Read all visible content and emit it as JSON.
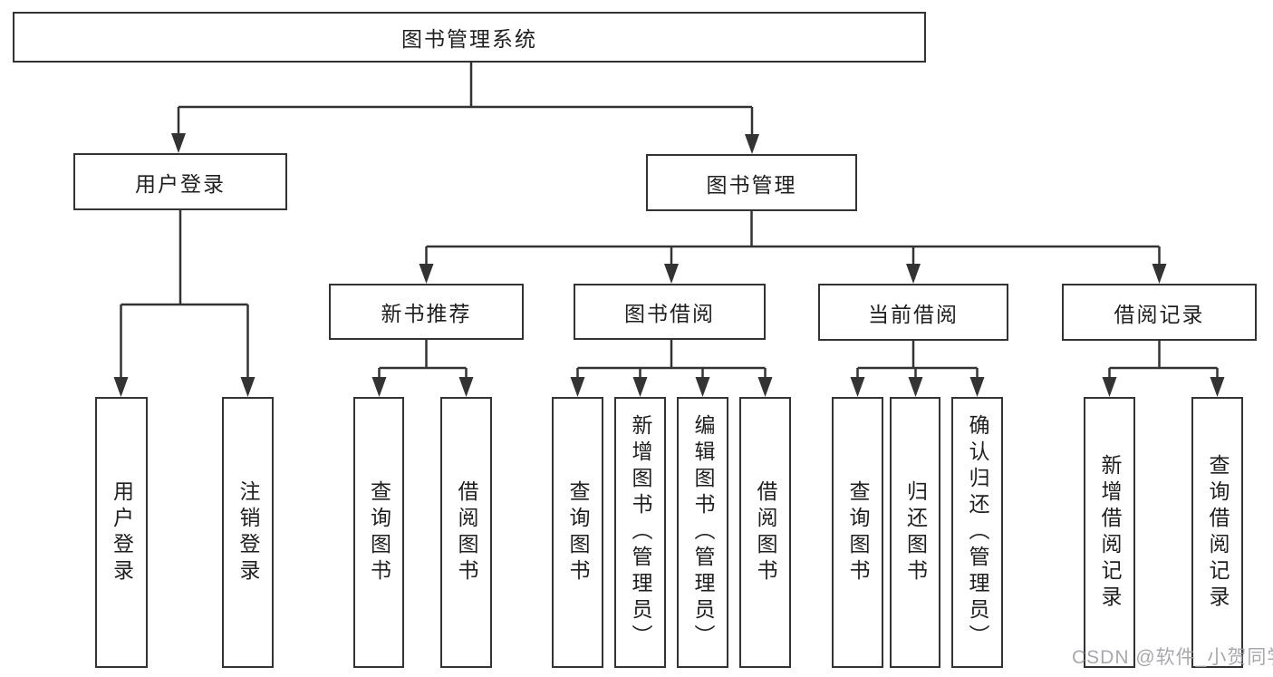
{
  "diagram": {
    "title_note": "functional structure diagram of a library management system",
    "root_label": "图书管理系统",
    "branches": [
      {
        "label": "用户登录",
        "children": [
          "用户登录",
          "注销登录"
        ]
      },
      {
        "label": "图书管理",
        "sections": [
          {
            "label": "新书推荐",
            "children": [
              "查询图书",
              "借阅图书"
            ]
          },
          {
            "label": "图书借阅",
            "children": [
              "查询图书",
              "新增图书（管理员）",
              "编辑图书（管理员）",
              "借阅图书"
            ]
          },
          {
            "label": "当前借阅",
            "children": [
              "查询图书",
              "归还图书",
              "确认归还（管理员）"
            ]
          },
          {
            "label": "借阅记录",
            "children": [
              "新增借阅记录",
              "查询借阅记录"
            ]
          }
        ]
      }
    ]
  },
  "watermark": "CSDN @软件_小贺同学",
  "colors": {
    "line": "#333333",
    "box_border": "#333333",
    "text": "#1f1f1f",
    "watermark": "#9e9ea6",
    "background": "#ffffff"
  }
}
